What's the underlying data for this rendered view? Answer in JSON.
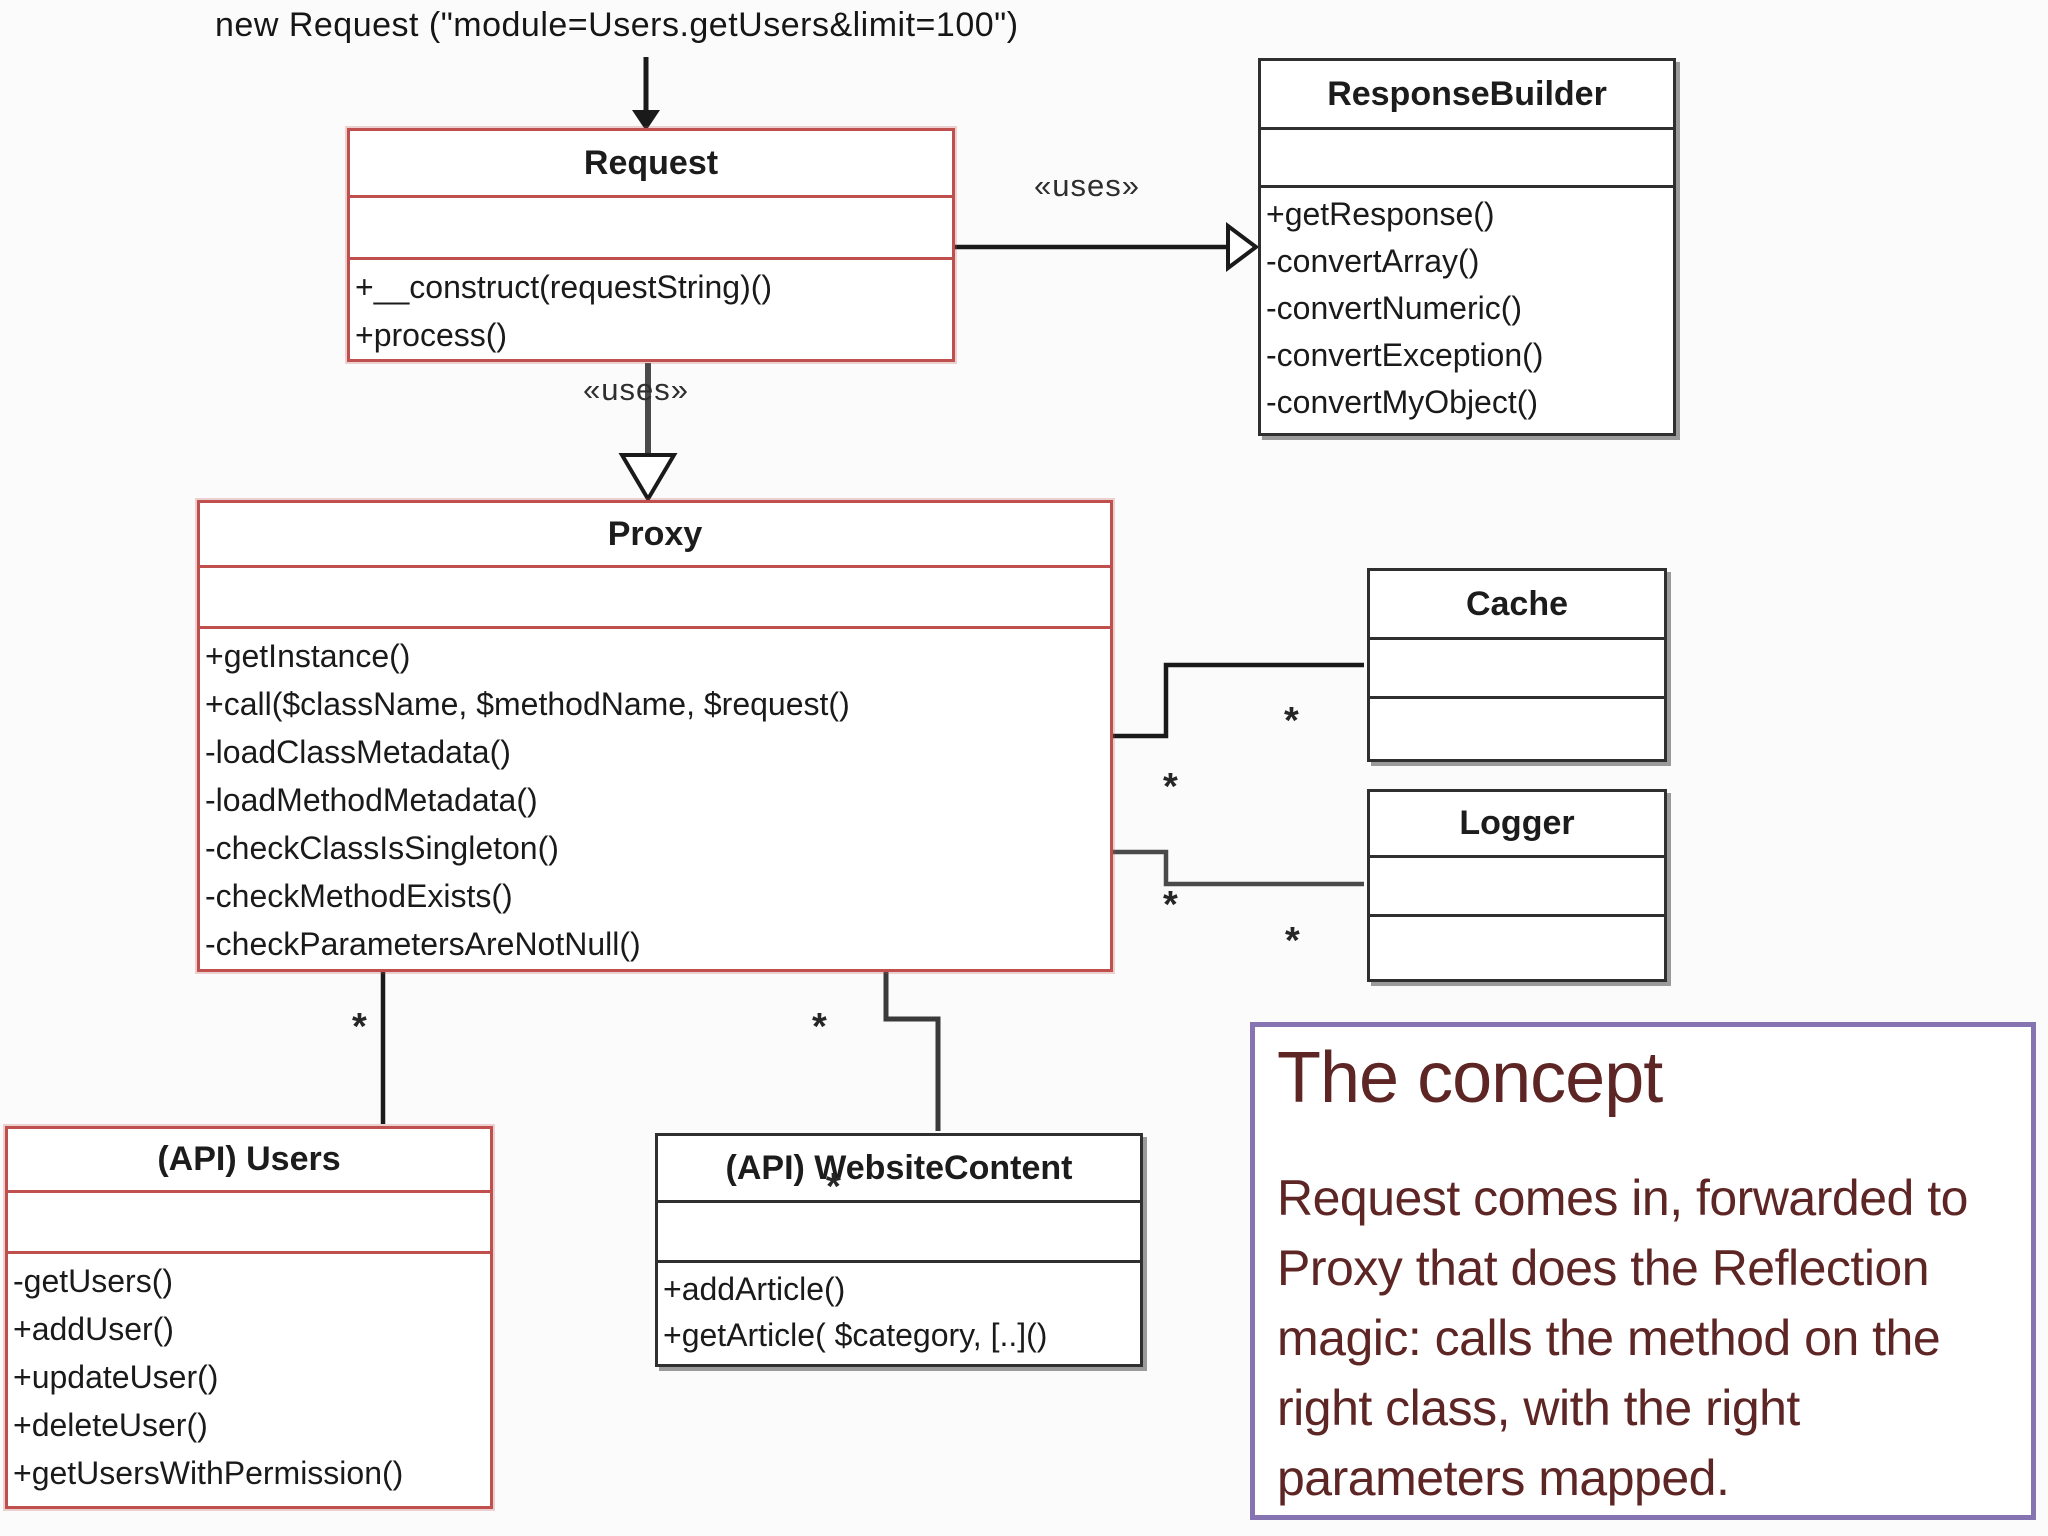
{
  "annotation": "new Request (\"module=Users.getUsers&limit=100\")",
  "labels": {
    "uses_right": "«uses»",
    "uses_down": "«uses»",
    "multiplicity": "*"
  },
  "classes": {
    "request": {
      "name": "Request",
      "attributes": [],
      "methods": [
        "+__construct(requestString)()",
        "+process()"
      ]
    },
    "response_builder": {
      "name": "ResponseBuilder",
      "attributes": [],
      "methods": [
        "+getResponse()",
        "-convertArray()",
        "-convertNumeric()",
        "-convertException()",
        "-convertMyObject()"
      ]
    },
    "proxy": {
      "name": "Proxy",
      "attributes": [],
      "methods": [
        "+getInstance()",
        "+call($className, $methodName, $request()",
        "-loadClassMetadata()",
        "-loadMethodMetadata()",
        "-checkClassIsSingleton()",
        "-checkMethodExists()",
        "-checkParametersAreNotNull()"
      ]
    },
    "cache": {
      "name": "Cache",
      "attributes": [],
      "methods": []
    },
    "logger": {
      "name": "Logger",
      "attributes": [],
      "methods": []
    },
    "api_users": {
      "name": "(API) Users",
      "attributes": [],
      "methods": [
        "-getUsers()",
        "+addUser()",
        "+updateUser()",
        "+deleteUser()",
        "+getUsersWithPermission()"
      ]
    },
    "api_website_content": {
      "name": "(API) WebsiteContent",
      "attributes": [],
      "methods": [
        "+addArticle()",
        "+getArticle( $category, [..]()"
      ]
    }
  },
  "concept": {
    "title": "The concept",
    "lines": [
      "Request comes in, forwarded to",
      "Proxy that does the Reflection",
      "magic: calls the method on the",
      "right class, with the right",
      "parameters mapped."
    ]
  },
  "colors": {
    "red_box_border": "#c0504d",
    "dark_box_border": "#2f2f2f",
    "concept_border": "#8573b2",
    "concept_text": "#5e2525",
    "wire": "#1a1a1a"
  }
}
